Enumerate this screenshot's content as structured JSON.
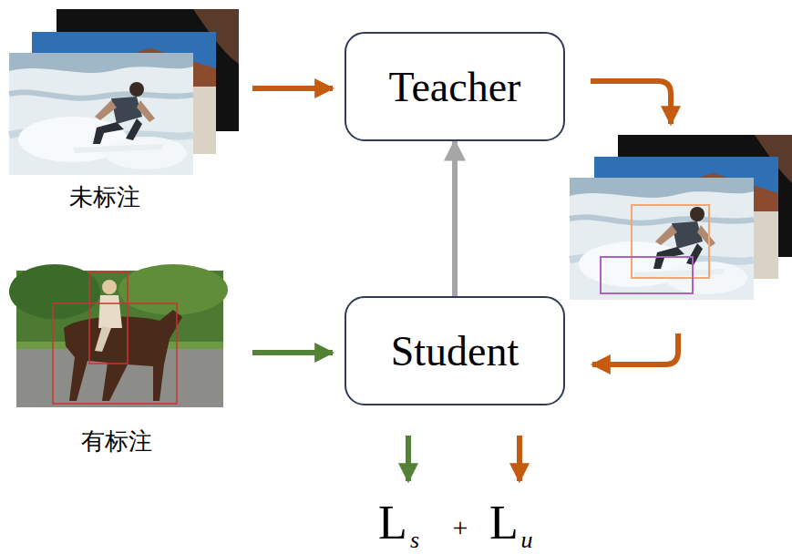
{
  "diagram": {
    "nodes": [
      {
        "text": [
          "Teacher"
        ]
      },
      {
        "text": [
          "Student"
        ]
      }
    ],
    "edges": [
      {
        "from": 1,
        "to": 0,
        "arrow": "to"
      }
    ],
    "labels": [
      "未标注",
      "有标注",
      "L",
      "s",
      "+",
      "L",
      "u"
    ]
  }
}
